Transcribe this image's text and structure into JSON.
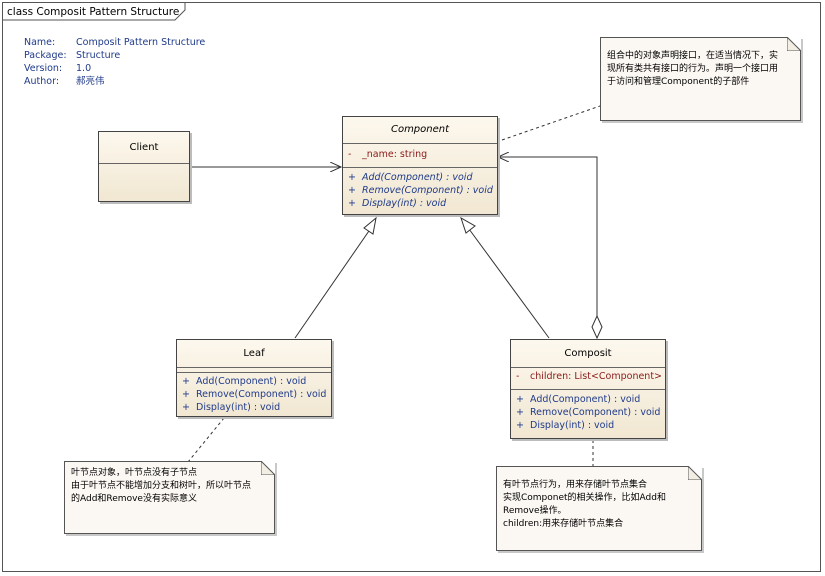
{
  "frame": {
    "title": "class Composit Pattern Structure"
  },
  "metadata": [
    {
      "key": "Name:",
      "value": "Composit Pattern Structure"
    },
    {
      "key": "Package:",
      "value": "Structure"
    },
    {
      "key": "Version:",
      "value": "1.0"
    },
    {
      "key": "Author:",
      "value": "郝亮伟"
    }
  ],
  "classes": {
    "client": {
      "name": "Client"
    },
    "component": {
      "name": "Component",
      "attributes": [
        {
          "vis": "-",
          "text": "_name: string"
        }
      ],
      "operations": [
        {
          "vis": "+",
          "text": "Add(Component) : void"
        },
        {
          "vis": "+",
          "text": "Remove(Component) : void"
        },
        {
          "vis": "+",
          "text": "Display(int) : void"
        }
      ]
    },
    "leaf": {
      "name": "Leaf",
      "operations": [
        {
          "vis": "+",
          "text": "Add(Component) : void"
        },
        {
          "vis": "+",
          "text": "Remove(Component) : void"
        },
        {
          "vis": "+",
          "text": "Display(int) : void"
        }
      ]
    },
    "composit": {
      "name": "Composit",
      "attributes": [
        {
          "vis": "-",
          "text": "children:  List<Component>"
        }
      ],
      "operations": [
        {
          "vis": "+",
          "text": "Add(Component) : void"
        },
        {
          "vis": "+",
          "text": "Remove(Component) : void"
        },
        {
          "vis": "+",
          "text": "Display(int) : void"
        }
      ]
    }
  },
  "notes": {
    "component_note": [
      "组合中的对象声明接口，在适当情况下，实",
      "现所有类共有接口的行为。声明一个接口用",
      "于访问和管理Component的子部件"
    ],
    "leaf_note": [
      "叶节点对象，叶节点没有子节点",
      "由于叶节点不能增加分支和树叶，所以叶节点",
      "的Add和Remove没有实际意义"
    ],
    "composit_note": [
      "有叶节点行为，用来存储叶节点集合",
      "实现Componet的相关操作，比如Add和",
      "Remove操作。",
      "children:用来存储叶节点集合"
    ]
  }
}
